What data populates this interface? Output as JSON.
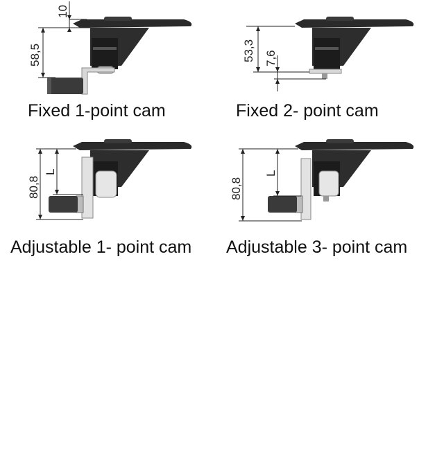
{
  "figures": [
    {
      "caption": "Fixed 1-point cam",
      "dims": [
        "10",
        "58,5"
      ]
    },
    {
      "caption": "Fixed 2- point cam",
      "dims": [
        "53,3",
        "7,6"
      ]
    },
    {
      "caption": "Adjustable 1- point cam",
      "dims": [
        "80,8",
        "L"
      ]
    },
    {
      "caption": "Adjustable 3- point cam",
      "dims": [
        "80,8",
        "L"
      ]
    }
  ],
  "colors": {
    "body": "#2b2b2b",
    "dark": "#1a1a1a",
    "metal": "#d9d9d9",
    "line": "#222222"
  }
}
